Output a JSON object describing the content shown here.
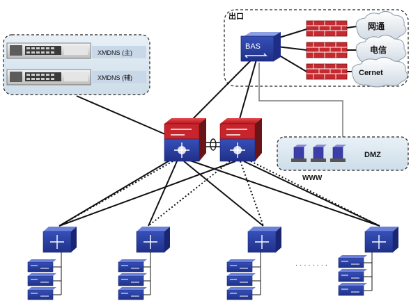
{
  "egress": {
    "label": "出口",
    "router_label": "BAS"
  },
  "isps": [
    {
      "label": "网通"
    },
    {
      "label": "电信"
    },
    {
      "label": "Cernet"
    }
  ],
  "dns_servers": [
    {
      "label": "XMDNS (主)"
    },
    {
      "label": "XMDNS (辅)"
    }
  ],
  "dmz": {
    "label": "DMZ",
    "sublabel": "WWW"
  },
  "access_row_ellipsis": "· · · · · · · ·",
  "colors": {
    "firewall_red": "#b3262a",
    "switch_blue": "#2a3f9e",
    "core_red": "#c8242b",
    "panel_bg": "#dde9f2",
    "cloud_fill": "#eef2f6"
  }
}
